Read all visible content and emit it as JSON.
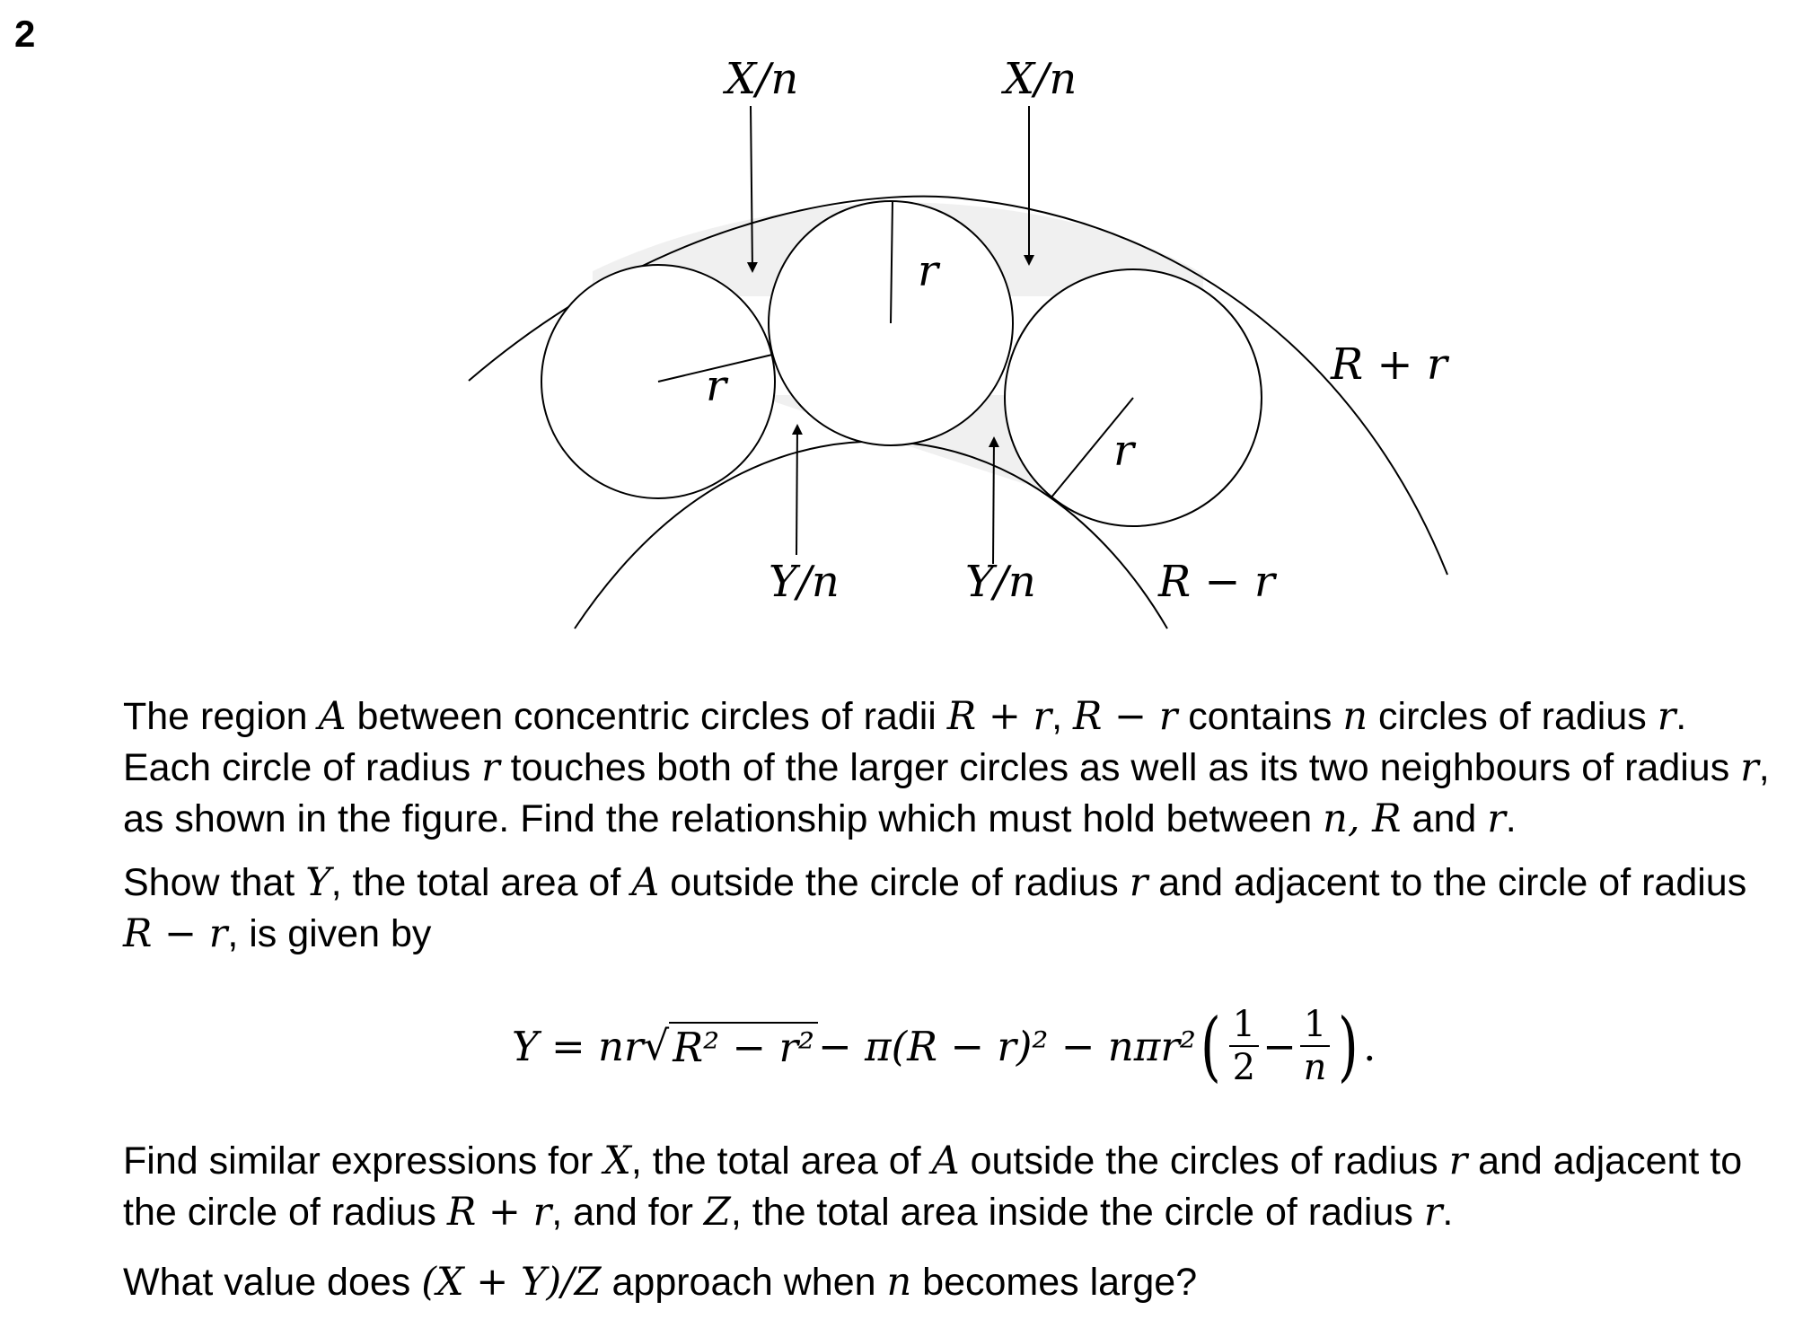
{
  "question_number": "2",
  "figure": {
    "label_x_left": "X/n",
    "label_x_right": "X/n",
    "label_y_left": "Y/n",
    "label_y_right": "Y/n",
    "label_r_top": "r",
    "label_r_left": "r",
    "label_r_right": "r",
    "label_outer": "R + r",
    "label_inner": "R − r"
  },
  "para1": {
    "t1": "The region ",
    "m1": "A",
    "t2": " between concentric circles of radii ",
    "m2": "R + r",
    "t3": ", ",
    "m3": "R − r",
    "t4": " contains ",
    "m4": "n",
    "t5": " circles of radius ",
    "m5": "r",
    "t6": ". Each circle of radius ",
    "m6": "r",
    "t7": " touches both of the larger circles as well as its two neighbours of radius ",
    "m7": "r",
    "t8": ", as shown in the figure. Find the relationship which must hold between ",
    "m8": "n, R",
    "t9": " and ",
    "m9": "r",
    "t10": "."
  },
  "para2": {
    "t1": "Show that ",
    "m1": "Y",
    "t2": ", the total area of ",
    "m2": "A",
    "t3": " outside the circle of radius ",
    "m3": "r",
    "t4": " and adjacent to the circle of radius ",
    "m4": "R − r",
    "t5": ", is given by"
  },
  "formula": {
    "lhs": "Y = nr",
    "rad": "R² − r²",
    "mid": " − π(R − r)² − nπr²",
    "f1_num": "1",
    "f1_den": "2",
    "minus": "−",
    "f2_num": "1",
    "f2_den": "n",
    "end": "."
  },
  "para3": {
    "t1": "Find similar expressions for ",
    "m1": "X",
    "t2": ", the total area of ",
    "m2": "A",
    "t3": " outside the circles of radius ",
    "m3": "r",
    "t4": " and adjacent to the circle of radius ",
    "m4": "R + r",
    "t5": ", and for ",
    "m5": "Z",
    "t6": ", the total area inside the circle of radius ",
    "m6": "r",
    "t7": "."
  },
  "para4": {
    "t1": "What value does ",
    "m1": "(X + Y)/Z",
    "t2": " approach when ",
    "m2": "n",
    "t3": " becomes large?"
  }
}
